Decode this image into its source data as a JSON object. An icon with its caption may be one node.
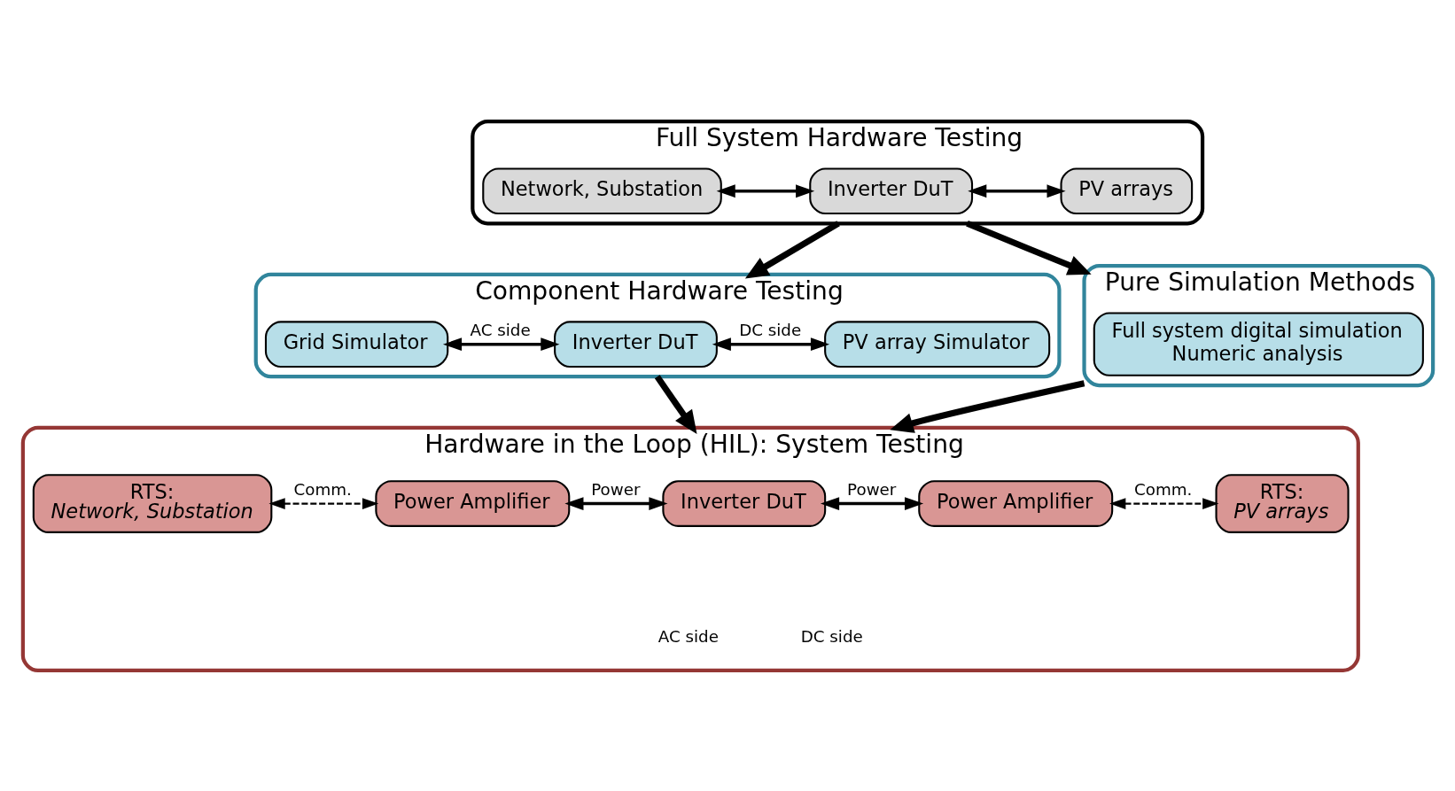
{
  "diagram": {
    "nodes": [
      {
        "text": [
          "Full System Hardware Testing"
        ]
      },
      {
        "text": [
          "Network, Substation"
        ],
        "in": 0
      },
      {
        "text": [
          "Inverter DuT"
        ],
        "in": 0
      },
      {
        "text": [
          "PV arrays"
        ],
        "in": 0
      },
      {
        "text": [
          "Component Hardware Testing"
        ]
      },
      {
        "text": [
          "Grid Simulator"
        ],
        "in": 4
      },
      {
        "text": [
          "Inverter DuT"
        ],
        "in": 4
      },
      {
        "text": [
          "PV array Simulator"
        ],
        "in": 4
      },
      {
        "text": [
          "Pure Simulation Methods"
        ]
      },
      {
        "text": [
          "Full system digital simulation",
          "Numeric analysis"
        ],
        "in": 8
      },
      {
        "text": [
          "Hardware in the Loop (HIL): System Testing"
        ]
      },
      {
        "text": [
          "RTS:",
          "*Network, Substation*"
        ],
        "in": 10
      },
      {
        "text": [
          "Power Amplifier"
        ],
        "in": 10
      },
      {
        "text": [
          "Inverter DuT"
        ],
        "in": 10
      },
      {
        "text": [
          "Power Amplifier"
        ],
        "in": 10
      },
      {
        "text": [
          "RTS:",
          "*PV arrays*"
        ],
        "in": 10
      }
    ],
    "edges": [
      {
        "from": 1,
        "to": 2,
        "arrow": "both"
      },
      {
        "from": 2,
        "to": 3,
        "arrow": "both"
      },
      {
        "from": 0,
        "to": 4,
        "arrow": "to",
        "style": "thick"
      },
      {
        "from": 0,
        "to": 8,
        "arrow": "to",
        "style": "thick"
      },
      {
        "from": 5,
        "to": 6,
        "arrow": "both",
        "label": "AC side"
      },
      {
        "from": 6,
        "to": 7,
        "arrow": "both",
        "label": "DC side"
      },
      {
        "from": 4,
        "to": 10,
        "arrow": "to",
        "style": "thick"
      },
      {
        "from": 8,
        "to": 10,
        "arrow": "to",
        "style": "thick"
      },
      {
        "from": 11,
        "to": 12,
        "arrow": "both",
        "style": "dashed",
        "label": "Comm."
      },
      {
        "from": 12,
        "to": 13,
        "arrow": "both",
        "label": "Power"
      },
      {
        "from": 13,
        "to": 14,
        "arrow": "both",
        "label": "Power"
      },
      {
        "from": 14,
        "to": 15,
        "arrow": "both",
        "style": "dashed",
        "label": "Comm."
      }
    ],
    "labels": [
      "AC side",
      "DC side"
    ]
  }
}
